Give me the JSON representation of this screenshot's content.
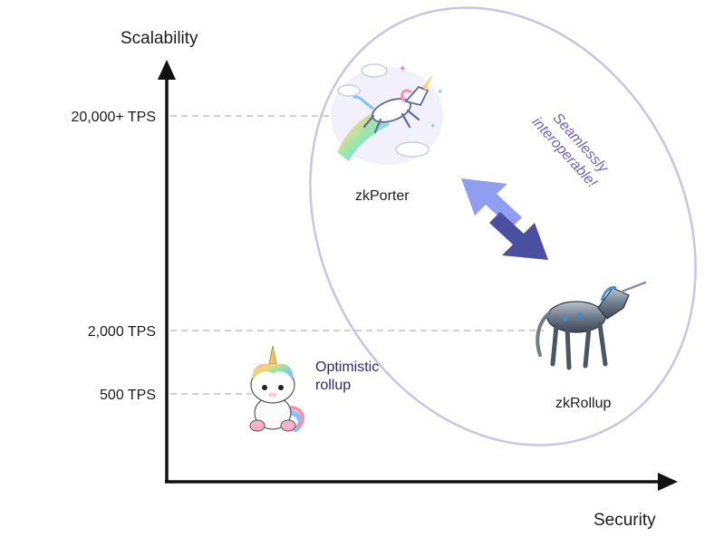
{
  "axes": {
    "y_label": "Scalability",
    "x_label": "Security",
    "y_ticks": [
      "20,000+ TPS",
      "2,000 TPS",
      "500 TPS"
    ]
  },
  "nodes": {
    "zkporter": "zkPorter",
    "zkrollup": "zkRollup",
    "optimistic_line1": "Optimistic",
    "optimistic_line2": "rollup"
  },
  "annotation": {
    "line1": "Seamlessly",
    "line2": "interoperable!"
  },
  "colors": {
    "axis": "#111111",
    "ellipse": "#c9c3e8",
    "arrow_light": "#8f9ef0",
    "arrow_dark": "#4a4f9f",
    "guide": "#b8b8b8",
    "annotation": "#6b63c4"
  },
  "icons": [
    "rainbow-unicorn-icon",
    "robot-unicorn-icon",
    "baby-unicorn-icon"
  ]
}
